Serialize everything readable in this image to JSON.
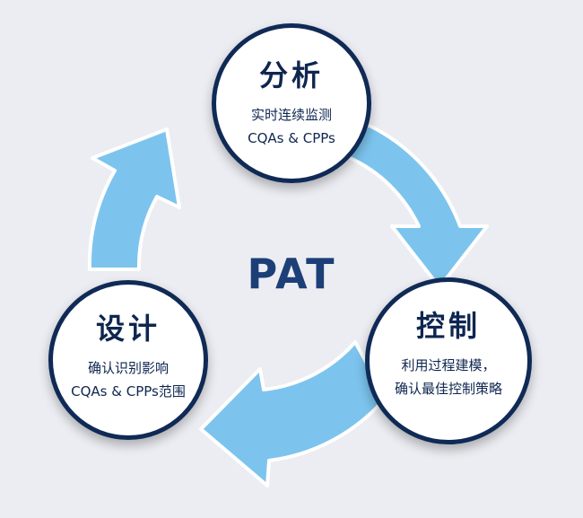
{
  "center": {
    "title": "PAT"
  },
  "nodes": {
    "analysis": {
      "title": "分析",
      "line1": "实时连续监测",
      "line2": "CQAs & CPPs"
    },
    "design": {
      "title": "设计",
      "line1": "确认识别影响",
      "line2": "CQAs & CPPs范围"
    },
    "control": {
      "title": "控制",
      "line1": "利用过程建模，",
      "line2": "确认最佳控制策略"
    }
  },
  "colors": {
    "background": "#ecedf2",
    "ring": "#7cc4ee",
    "ring_edge": "#ffffff",
    "node_border": "#102a56",
    "title_text": "#1c3f78"
  }
}
